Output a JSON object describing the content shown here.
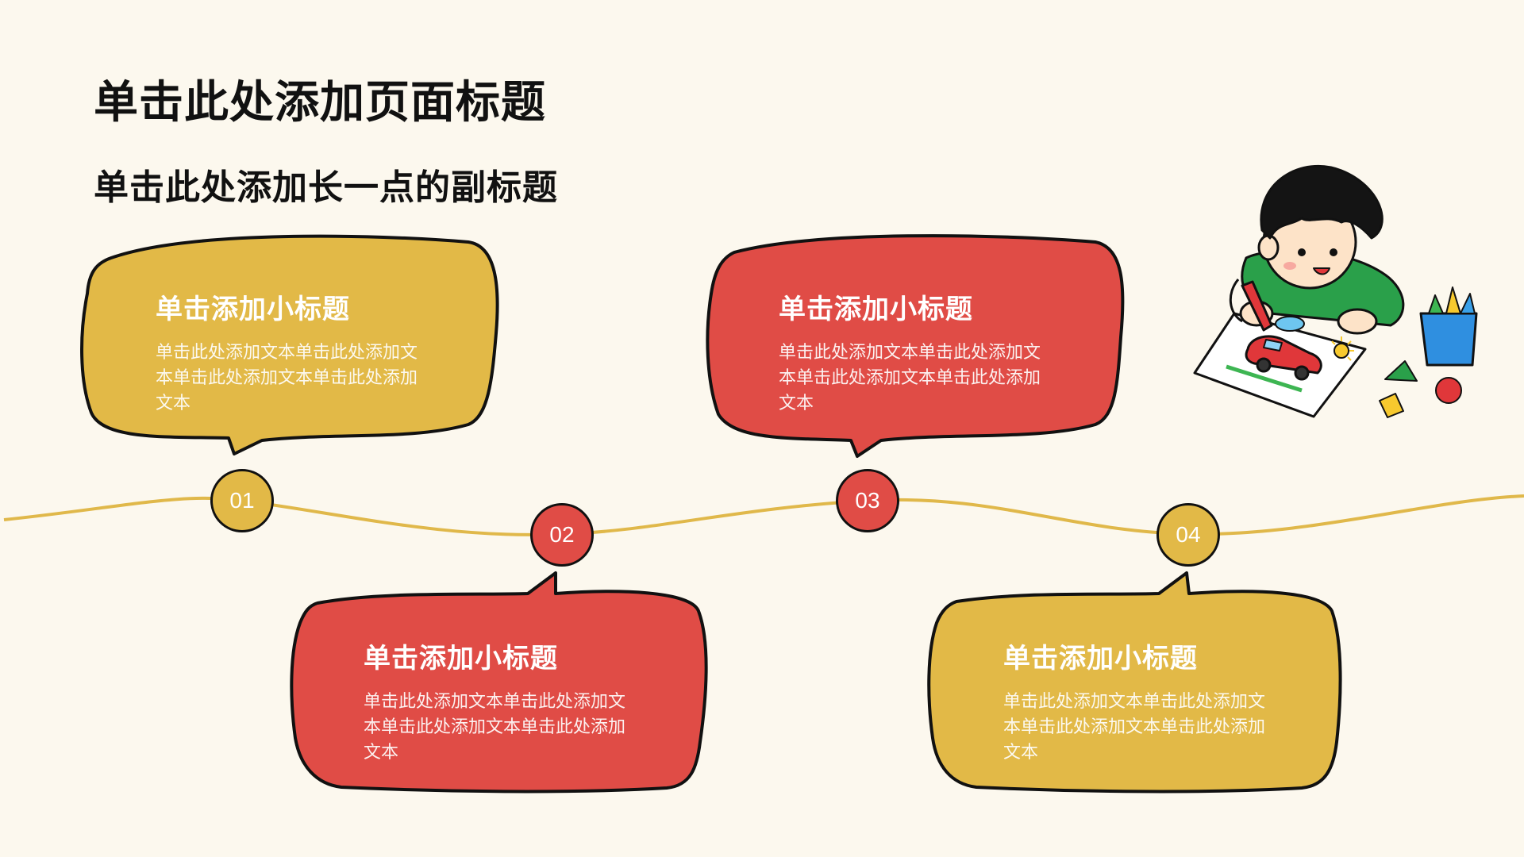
{
  "page": {
    "title": "单击此处添加页面标题",
    "subtitle": "单击此处添加长一点的副标题"
  },
  "colors": {
    "background": "#fcf8ee",
    "yellow": "#e2b947",
    "red": "#e04c46",
    "outline": "#111111",
    "line": "#e0b84a"
  },
  "steps": [
    {
      "number": "01",
      "heading": "单击添加小标题",
      "text": "单击此处添加文本单击此处添加文本单击此处添加文本单击此处添加文本"
    },
    {
      "number": "02",
      "heading": "单击添加小标题",
      "text": "单击此处添加文本单击此处添加文本单击此处添加文本单击此处添加文本"
    },
    {
      "number": "03",
      "heading": "单击添加小标题",
      "text": "单击此处添加文本单击此处添加文本单击此处添加文本单击此处添加文本"
    },
    {
      "number": "04",
      "heading": "单击添加小标题",
      "text": "单击此处添加文本单击此处添加文本单击此处添加文本单击此处添加文本"
    }
  ],
  "illustration": {
    "icon": "child-drawing-illustration"
  }
}
